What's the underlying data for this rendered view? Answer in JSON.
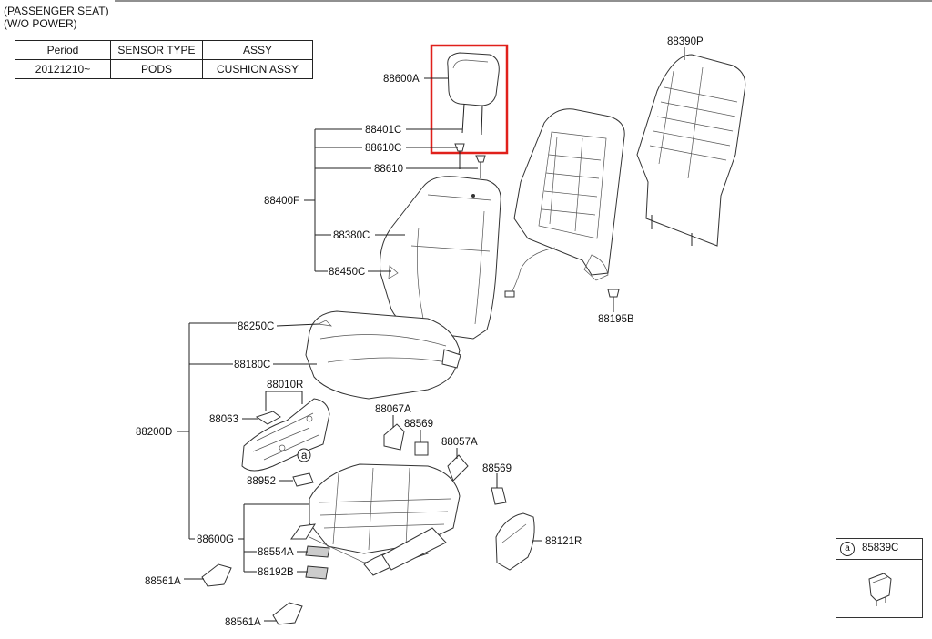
{
  "header": {
    "line1": "(PASSENGER SEAT)",
    "line2": "(W/O POWER)"
  },
  "table": {
    "headers": [
      "Period",
      "SENSOR TYPE",
      "ASSY"
    ],
    "row": [
      "20121210~",
      "PODS",
      "CUSHION ASSY"
    ]
  },
  "parts": {
    "p88390P": "88390P",
    "p88600A": "88600A",
    "p88401C": "88401C",
    "p88610C": "88610C",
    "p88610": "88610",
    "p88400F": "88400F",
    "p88380C": "88380C",
    "p88450C": "88450C",
    "p88195B": "88195B",
    "p88250C": "88250C",
    "p88180C": "88180C",
    "p88010R": "88010R",
    "p88063": "88063",
    "p88200D": "88200D",
    "p88067A": "88067A",
    "p88569a": "88569",
    "p88057A": "88057A",
    "p88952": "88952",
    "p88569b": "88569",
    "p88121R": "88121R",
    "p88600G": "88600G",
    "p88554A": "88554A",
    "p88192B": "88192B",
    "p88561Aa": "88561A",
    "p88561Ab": "88561A",
    "callout_a": "a"
  },
  "legend": {
    "marker": "a",
    "code": "85839C"
  },
  "highlight_color": "#e0201b"
}
